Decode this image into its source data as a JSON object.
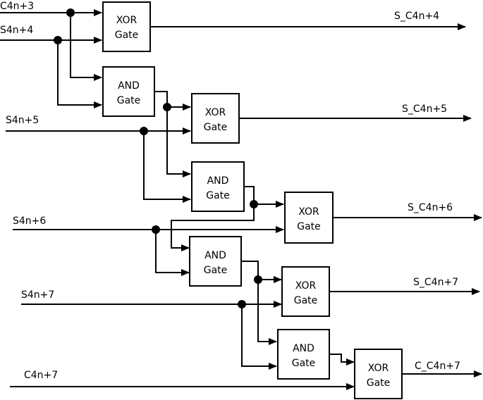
{
  "inputs": {
    "c4n3": "C4n+3",
    "s4n4": "S4n+4",
    "s4n5": "S4n+5",
    "s4n6": "S4n+6",
    "s4n7": "S4n+7",
    "c4n7": "C4n+7"
  },
  "outputs": {
    "s_c4n4": "S_C4n+4",
    "s_c4n5": "S_C4n+5",
    "s_c4n6": "S_C4n+6",
    "s_c4n7": "S_C4n+7",
    "c_c4n7": "C_C4n+7"
  },
  "gates": {
    "xor1": [
      "XOR",
      "Gate"
    ],
    "and1": [
      "AND",
      "Gate"
    ],
    "xor2": [
      "XOR",
      "Gate"
    ],
    "and2": [
      "AND",
      "Gate"
    ],
    "xor3": [
      "XOR",
      "Gate"
    ],
    "and3": [
      "AND",
      "Gate"
    ],
    "xor4": [
      "XOR",
      "Gate"
    ],
    "and4": [
      "AND",
      "Gate"
    ],
    "xor5": [
      "XOR",
      "Gate"
    ]
  }
}
